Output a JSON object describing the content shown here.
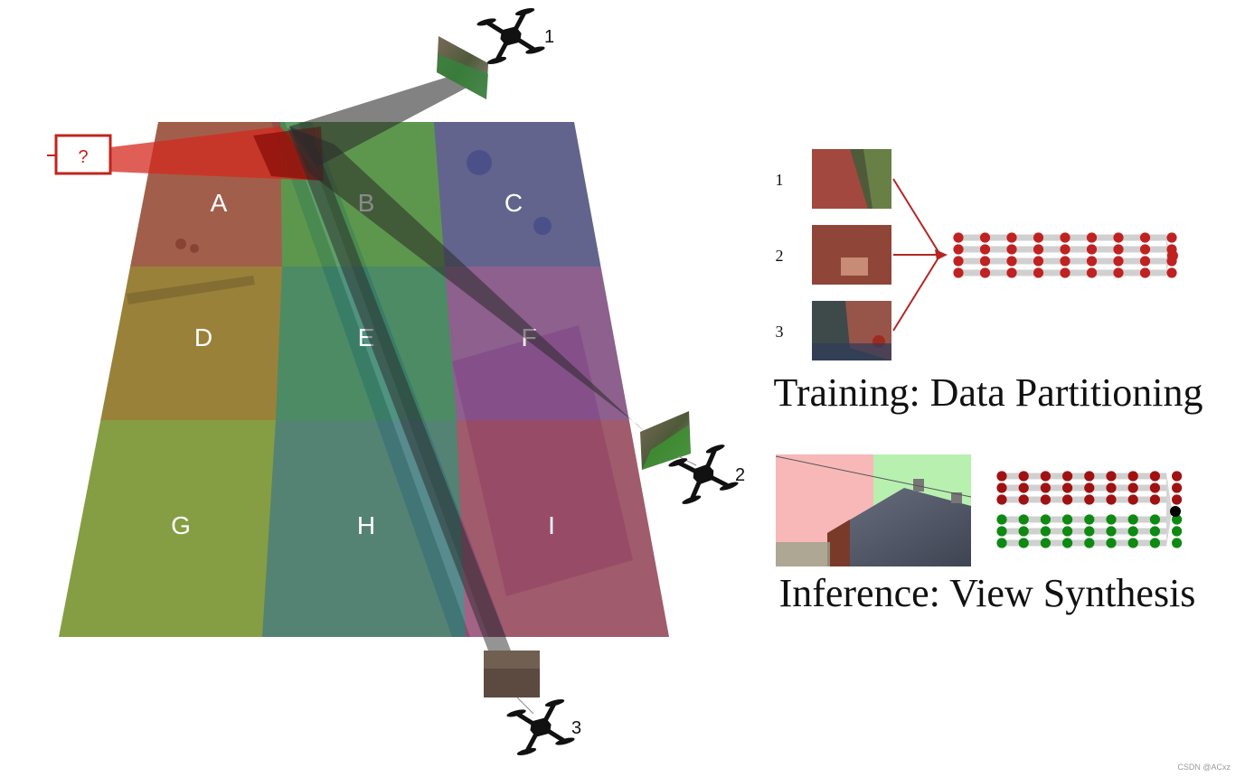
{
  "map": {
    "cells": [
      {
        "label": "A",
        "color": "#d23a2c"
      },
      {
        "label": "B",
        "color": "#2fbf2f"
      },
      {
        "label": "C",
        "color": "#3b46c8"
      },
      {
        "label": "D",
        "color": "#c28a00"
      },
      {
        "label": "E",
        "color": "#0aa36a"
      },
      {
        "label": "F",
        "color": "#a33bcb"
      },
      {
        "label": "G",
        "color": "#8fcf17"
      },
      {
        "label": "H",
        "color": "#1c8f8a"
      },
      {
        "label": "I",
        "color": "#d02f7a"
      }
    ],
    "query_label": "?",
    "query_color": "#c0251d"
  },
  "drones": [
    {
      "label": "1"
    },
    {
      "label": "2"
    },
    {
      "label": "3"
    }
  ],
  "training": {
    "title": "Training: Data Partitioning",
    "image_labels": [
      "1",
      "2",
      "3"
    ],
    "node_color": "#c02222",
    "arrow_color": "#b52525"
  },
  "inference": {
    "title": "Inference: View Synthesis",
    "node_colors": {
      "top": "#a01212",
      "bottom": "#0e8a12",
      "output": "#000000"
    }
  },
  "watermark": "CSDN @ACxz"
}
